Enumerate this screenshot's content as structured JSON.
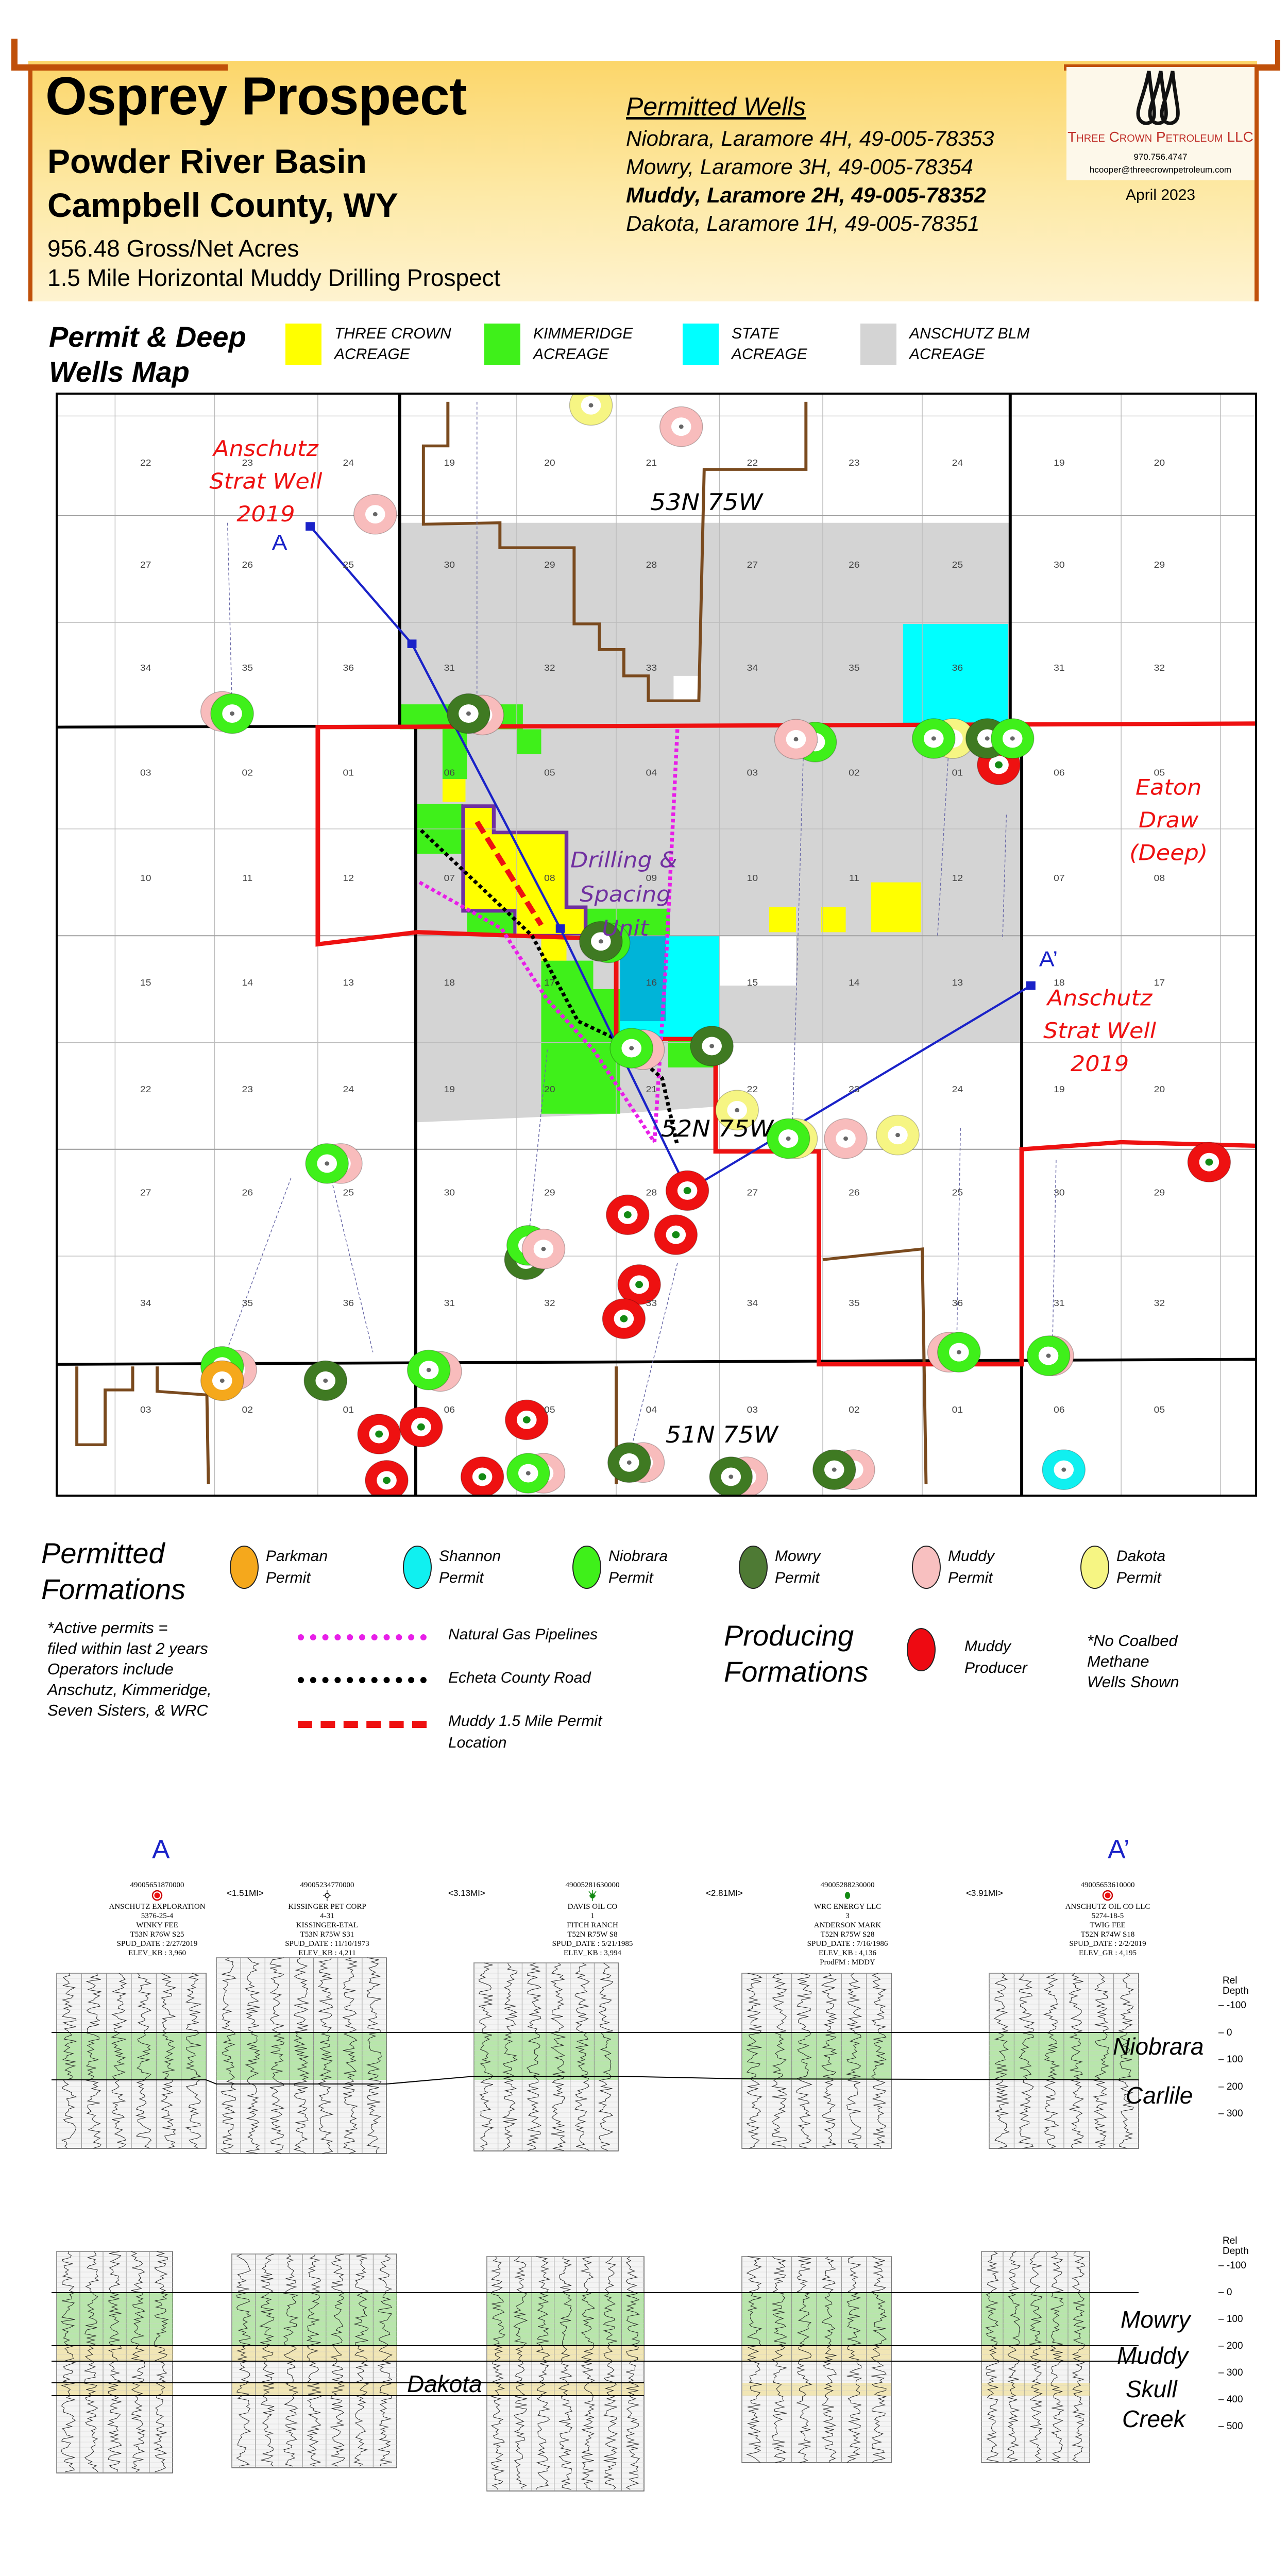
{
  "header": {
    "title": "Osprey Prospect",
    "basin": "Powder River Basin",
    "county": "Campbell County, WY",
    "acres": "956.48 Gross/Net Acres",
    "description": "1.5 Mile Horizontal Muddy Drilling Prospect",
    "permitted_wells_heading": "Permitted Wells",
    "permitted_wells": [
      "Niobrara, Laramore 4H, 49-005-78353",
      "Mowry, Laramore 3H, 49-005-78354",
      "Muddy, Laramore 2H, 49-005-78352",
      "Dakota, Laramore 1H, 49-005-78351"
    ],
    "company": "Three Crown Petroleum LLC",
    "phone": "970.756.4747",
    "email": "hcooper@threecrownpetroleum.com",
    "date": "April 2023"
  },
  "map_legend": {
    "title_line1": "Permit & Deep",
    "title_line2": "Wells Map",
    "acreage": [
      {
        "l1": "THREE CROWN",
        "l2": "ACREAGE",
        "color": "#ffff00"
      },
      {
        "l1": "KIMMERIDGE",
        "l2": "ACREAGE",
        "color": "#3ff01a"
      },
      {
        "l1": "STATE",
        "l2": "ACREAGE",
        "color": "#00ffff"
      },
      {
        "l1": "ANSCHUTZ BLM",
        "l2": "ACREAGE",
        "color": "#d4d4d4"
      }
    ]
  },
  "map": {
    "labels": {
      "strat_well_nw": [
        "Anschutz",
        "Strat Well",
        "2019"
      ],
      "strat_well_e": [
        "Anschutz",
        "Strat Well",
        "2019"
      ],
      "a": "A",
      "a_prime": "A’",
      "twp_53": "53N 75W",
      "twp_52": "52N 75W",
      "twp_51": "51N 75W",
      "unit": [
        "Drilling &",
        "Spacing",
        "Unit"
      ],
      "eaton": [
        "Eaton",
        "Draw",
        "(Deep)"
      ]
    },
    "section_rows": [
      [
        "22",
        "23",
        "24",
        "19",
        "20",
        "21",
        "22",
        "23",
        "24",
        "19",
        "20"
      ],
      [
        "27",
        "26",
        "25",
        "30",
        "29",
        "28",
        "27",
        "26",
        "25",
        "30",
        "29"
      ],
      [
        "34",
        "35",
        "36",
        "31",
        "32",
        "33",
        "34",
        "35",
        "36",
        "31",
        "32"
      ],
      [
        "03",
        "02",
        "01",
        "06",
        "05",
        "04",
        "03",
        "02",
        "01",
        "06",
        "05"
      ],
      [
        "10",
        "11",
        "12",
        "07",
        "08",
        "09",
        "10",
        "11",
        "12",
        "07",
        "08"
      ],
      [
        "15",
        "14",
        "13",
        "18",
        "17",
        "16",
        "15",
        "14",
        "13",
        "18",
        "17"
      ],
      [
        "22",
        "23",
        "24",
        "19",
        "20",
        "21",
        "22",
        "23",
        "24",
        "19",
        "20"
      ],
      [
        "27",
        "26",
        "25",
        "30",
        "29",
        "28",
        "27",
        "26",
        "25",
        "30",
        "29"
      ],
      [
        "34",
        "35",
        "36",
        "31",
        "32",
        "33",
        "34",
        "35",
        "36",
        "31",
        "32"
      ],
      [
        "03",
        "02",
        "01",
        "06",
        "05",
        "04",
        "03",
        "02",
        "01",
        "06",
        "05"
      ]
    ]
  },
  "formation_legend": {
    "permitted_title": [
      "Permitted",
      "Formations"
    ],
    "permits": [
      {
        "l1": "Parkman",
        "l2": "Permit",
        "color": "#f5a81c"
      },
      {
        "l1": "Shannon",
        "l2": "Permit",
        "color": "#10f0f0"
      },
      {
        "l1": "Niobrara",
        "l2": "Permit",
        "color": "#3ff01a"
      },
      {
        "l1": "Mowry",
        "l2": "Permit",
        "color": "#4e7a34"
      },
      {
        "l1": "Muddy",
        "l2": "Permit",
        "color": "#f8c0c0"
      },
      {
        "l1": "Dakota",
        "l2": "Permit",
        "color": "#f6f583"
      }
    ],
    "notes": [
      "*Active permits =",
      "filed within last 2 years",
      "Operators include",
      "Anschutz, Kimmeridge,",
      "Seven Sisters, & WRC"
    ],
    "lines": [
      {
        "label": "Natural Gas Pipelines",
        "color": "#e81ee8"
      },
      {
        "label": "Echeta County Road",
        "color": "#000000"
      },
      {
        "label": "Muddy 1.5 Mile Permit",
        "label2": "Location",
        "color": "#ee1111"
      }
    ],
    "producing_title": [
      "Producing",
      "Formations"
    ],
    "producer": {
      "l1": "Muddy",
      "l2": "Producer",
      "color": "#ee0a12"
    },
    "coalbed_note": [
      "*No Coalbed",
      "Methane",
      "Wells Shown"
    ]
  },
  "cross_section": {
    "a": "A",
    "a_prime": "A’",
    "wells": [
      {
        "api": "49005651870000",
        "operator": "ANSCHUTZ EXPLORATION",
        "number": "5376-25-4",
        "lease": "WINKY FEE",
        "location": "T53N R76W S25",
        "spud": "SPUD_DATE : 2/27/2019",
        "elev": "ELEV_KB : 3,960",
        "prod": "",
        "symbol": "red-bullseye"
      },
      {
        "api": "49005234770000",
        "operator": "KISSINGER PET CORP",
        "number": "4-31",
        "lease": "KISSINGER-ETAL",
        "location": "T53N R75W S31",
        "spud": "SPUD_DATE : 11/10/1973",
        "elev": "ELEV_KB : 4,211",
        "prod": "",
        "symbol": "dry-hole"
      },
      {
        "api": "49005281630000",
        "operator": "DAVIS OIL CO",
        "number": "1",
        "lease": "FITCH RANCH",
        "location": "T52N R75W S8",
        "spud": "SPUD_DATE : 5/21/1985",
        "elev": "ELEV_KB : 3,994",
        "prod": "",
        "symbol": "gas-well"
      },
      {
        "api": "49005288230000",
        "operator": "WRC ENERGY LLC",
        "number": "3",
        "lease": "ANDERSON MARK",
        "location": "T52N R75W S28",
        "spud": "SPUD_DATE : 7/16/1986",
        "elev": "ELEV_KB : 4,136",
        "prod": "ProdFM : MDDY",
        "symbol": "oil-well"
      },
      {
        "api": "49005653610000",
        "operator": "ANSCHUTZ OIL CO LLC",
        "number": "5274-18-5",
        "lease": "TWIG FEE",
        "location": "T52N R74W S18",
        "spud": "SPUD_DATE : 2/2/2019",
        "elev": "ELEV_GR : 4,195",
        "prod": "",
        "symbol": "red-bullseye"
      }
    ],
    "distances": [
      "<1.51MI>",
      "<3.13MI>",
      "<2.81MI>",
      "<3.91MI>"
    ],
    "upper_panel": {
      "axis_title": [
        "Rel",
        "Depth"
      ],
      "ticks": [
        "-100",
        "0",
        "100",
        "200",
        "300"
      ],
      "formations": [
        "Niobrara",
        "Carlile"
      ]
    },
    "lower_panel": {
      "axis_title": [
        "Rel",
        "Depth"
      ],
      "ticks": [
        "-100",
        "0",
        "100",
        "200",
        "300",
        "400",
        "500"
      ],
      "formations": [
        "Mowry",
        "Muddy",
        "Skull",
        "Creek"
      ],
      "dakota_label": "Dakota"
    }
  }
}
